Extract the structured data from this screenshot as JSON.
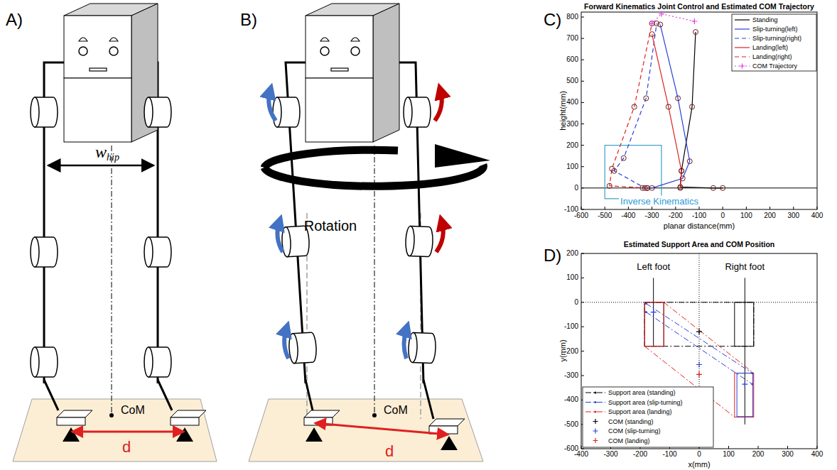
{
  "diagram": {
    "labels": [
      "A)",
      "B)",
      "C)",
      "D)",
      "w",
      "hip",
      "CoM",
      "d",
      "Rotation",
      "CoM",
      "d",
      "Forward Kinematics Joint Control and Estimated COM Trajectory",
      "height(mm)",
      "planar distance(mm)",
      "Inverse Kinematics",
      "-600",
      "-500",
      "-400",
      "-300",
      "-200",
      "-100",
      "0",
      "100",
      "200",
      "300",
      "400",
      "-100",
      "0",
      "100",
      "200",
      "300",
      "400",
      "500",
      "600",
      "700",
      "800",
      "Estimated Support Area and COM Position",
      "y(mm)",
      "x(mm)",
      "Left foot",
      "Right foot",
      "-400",
      "-300",
      "-200",
      "-100",
      "0",
      "100",
      "200",
      "300",
      "400",
      "-600",
      "-500",
      "-400",
      "-300",
      "-200",
      "-100",
      "0",
      "100",
      "200"
    ],
    "legend": [
      {
        "text": "Standing"
      },
      {
        "text": "Slip-turning(left)"
      },
      {
        "text": "Slip-turning(right)"
      },
      {
        "text": "Landing(left)"
      },
      {
        "text": "Landing(right)"
      },
      {
        "text": "COM Trajectory"
      },
      {
        "text": "Support area (standing)"
      },
      {
        "text": "Support area (slip-turning)"
      },
      {
        "text": "Support area (landing)"
      },
      {
        "text": "COM (standing)"
      },
      {
        "text": "COM (slip-turning)"
      },
      {
        "text": "COM (landing)"
      }
    ]
  }
}
